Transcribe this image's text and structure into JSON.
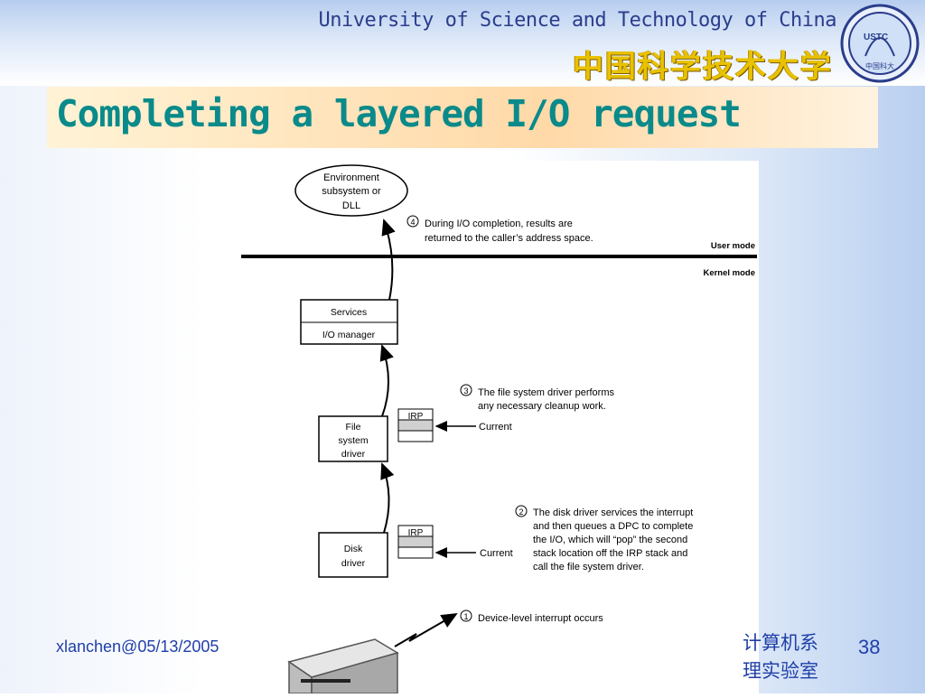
{
  "header": {
    "university_en": "University of Science and Technology of China",
    "university_cn": "中国科学技术大学",
    "logo": {
      "top_text": "USTC",
      "bottom_text": "中国科大"
    }
  },
  "slide": {
    "title": "Completing a layered I/O request"
  },
  "diagram": {
    "environment": [
      "Environment",
      "subsystem or",
      "DLL"
    ],
    "user_mode": "User mode",
    "kernel_mode": "Kernel mode",
    "services": "Services",
    "io_manager": "I/O manager",
    "file_system_driver": [
      "File",
      "system",
      "driver"
    ],
    "disk_driver": [
      "Disk",
      "driver"
    ],
    "irp_label": "IRP",
    "current_label": "Current",
    "steps": [
      {
        "num": "1",
        "lines": [
          "Device-level interrupt occurs"
        ]
      },
      {
        "num": "2",
        "lines": [
          "The disk driver services the interrupt",
          "and then queues a DPC to complete",
          "the I/O, which will “pop” the second",
          "stack location off the IRP stack and",
          "call the file system driver."
        ]
      },
      {
        "num": "3",
        "lines": [
          "The file system driver performs",
          "any necessary cleanup work."
        ]
      },
      {
        "num": "4",
        "lines": [
          "During I/O completion, results are",
          "returned to the caller’s address space."
        ]
      }
    ]
  },
  "footer": {
    "author_date": "xlanchen@05/13/2005",
    "dept_line1": "计算机系",
    "dept_line2": "理实验室",
    "page_number": "38"
  },
  "colors": {
    "title": "#0a8a8a",
    "university_en": "#2a3d8c",
    "university_cn": "#e8c200",
    "footer": "#1f3fa8"
  }
}
